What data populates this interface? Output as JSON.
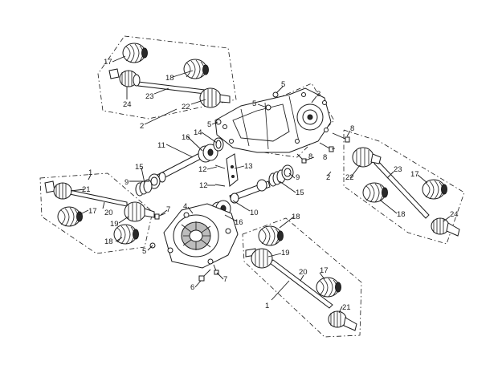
{
  "callouts": [
    {
      "id": "c-17-tl",
      "text": "17"
    },
    {
      "id": "c-24-tl",
      "text": "24"
    },
    {
      "id": "c-18-tl",
      "text": "18"
    },
    {
      "id": "c-23-tl",
      "text": "23"
    },
    {
      "id": "c-22-tl",
      "text": "22"
    },
    {
      "id": "c-2-tl",
      "text": "2"
    },
    {
      "id": "c-5-a",
      "text": "5"
    },
    {
      "id": "c-5-b",
      "text": "5"
    },
    {
      "id": "c-5-c",
      "text": "5"
    },
    {
      "id": "c-3",
      "text": "3"
    },
    {
      "id": "c-8-a",
      "text": "8"
    },
    {
      "id": "c-8-b",
      "text": "8"
    },
    {
      "id": "c-8-c",
      "text": "8"
    },
    {
      "id": "c-16-a",
      "text": "16"
    },
    {
      "id": "c-14",
      "text": "14"
    },
    {
      "id": "c-11",
      "text": "11"
    },
    {
      "id": "c-12-a",
      "text": "12"
    },
    {
      "id": "c-12-b",
      "text": "12"
    },
    {
      "id": "c-13",
      "text": "13"
    },
    {
      "id": "c-15-a",
      "text": "15"
    },
    {
      "id": "c-9-a",
      "text": "9"
    },
    {
      "id": "c-9-b",
      "text": "9"
    },
    {
      "id": "c-15-b",
      "text": "15"
    },
    {
      "id": "c-10",
      "text": "10"
    },
    {
      "id": "c-16-b",
      "text": "16"
    },
    {
      "id": "c-4",
      "text": "4"
    },
    {
      "id": "c-7-a",
      "text": "7"
    },
    {
      "id": "c-7-b",
      "text": "7"
    },
    {
      "id": "c-6",
      "text": "6"
    },
    {
      "id": "c-5-d",
      "text": "5"
    },
    {
      "id": "c-1-l",
      "text": "1"
    },
    {
      "id": "c-21-l",
      "text": "21"
    },
    {
      "id": "c-20-l",
      "text": "20"
    },
    {
      "id": "c-17-l",
      "text": "17"
    },
    {
      "id": "c-19-l",
      "text": "19"
    },
    {
      "id": "c-18-l",
      "text": "18"
    },
    {
      "id": "c-2-r",
      "text": "2"
    },
    {
      "id": "c-22-r",
      "text": "22"
    },
    {
      "id": "c-23-r",
      "text": "23"
    },
    {
      "id": "c-17-r",
      "text": "17"
    },
    {
      "id": "c-18-r",
      "text": "18"
    },
    {
      "id": "c-24-r",
      "text": "24"
    },
    {
      "id": "c-18-b",
      "text": "18"
    },
    {
      "id": "c-19-b",
      "text": "19"
    },
    {
      "id": "c-20-b",
      "text": "20"
    },
    {
      "id": "c-17-b",
      "text": "17"
    },
    {
      "id": "c-21-b",
      "text": "21"
    },
    {
      "id": "c-1-b",
      "text": "1"
    }
  ]
}
